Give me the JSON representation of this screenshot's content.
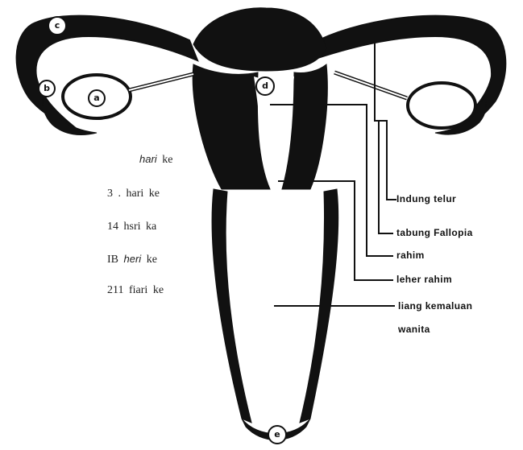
{
  "structure_labels": {
    "ovary": "Indung telur",
    "fallopian_tube": "tabung Fallopia",
    "uterus": "rahim",
    "cervix": "leher rahim",
    "vagina_line1": "liang kemaluan",
    "vagina_line2": "wanita"
  },
  "day_labels": [
    {
      "num": "",
      "word": "hari",
      "ke": "ke",
      "italic": true
    },
    {
      "num": "3 .",
      "word": "hari",
      "ke": "ke",
      "italic": false
    },
    {
      "num": "14",
      "word": "hsri",
      "ke": "ka",
      "italic": false
    },
    {
      "num": "IB",
      "word": "heri",
      "ke": "ke",
      "italic": true
    },
    {
      "num": "211",
      "word": "fiari",
      "ke": "ke",
      "italic": false
    }
  ],
  "markers": {
    "a": "a",
    "b": "b",
    "c": "c",
    "d": "d",
    "e": "e"
  },
  "colors": {
    "ink": "#111111",
    "background": "#ffffff"
  }
}
